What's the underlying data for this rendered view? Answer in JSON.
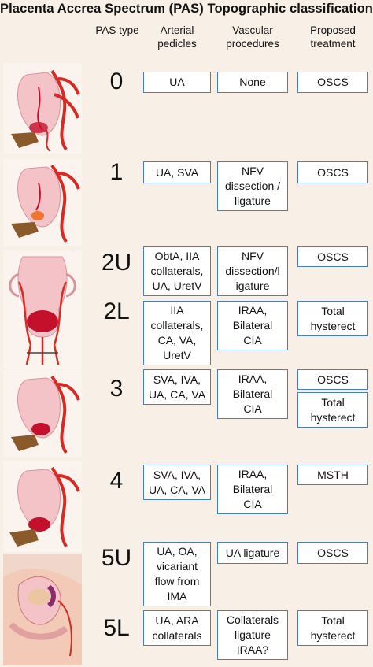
{
  "title": "Placenta Accrea Spectrum (PAS) Topographic classification",
  "headers": {
    "pas_type": "PAS type",
    "arterial": "Arterial\npedicles",
    "vascular": "Vascular\nprocedures",
    "treatment": "Proposed\ntreatment"
  },
  "rows": [
    {
      "type": "0",
      "arterial": "UA",
      "vascular": "None",
      "treatment": "OSCS"
    },
    {
      "type": "1",
      "arterial": "UA, SVA",
      "vascular": "NFV\ndissection /\nligature",
      "treatment": "OSCS"
    },
    {
      "type": "2U",
      "arterial": "ObtA, IIA\ncollaterals,\nUA, UretV",
      "vascular": "NFV\ndissection/l\nigature",
      "treatment": "OSCS"
    },
    {
      "type": "2L",
      "arterial": "IIA\ncollaterals,\nCA, VA,\nUretV",
      "vascular": "IRAA,\nBilateral\nCIA",
      "treatment": "Total\nhysterect"
    },
    {
      "type": "3",
      "arterial": "SVA, IVA,\nUA, CA, VA",
      "vascular": "IRAA,\nBilateral\nCIA",
      "treatment": "OSCS",
      "treatment2": "Total\nhysterect"
    },
    {
      "type": "4",
      "arterial": "SVA, IVA,\nUA, CA, VA",
      "vascular": "IRAA,\nBilateral\nCIA",
      "treatment": "MSTH"
    },
    {
      "type": "5U",
      "arterial": "UA, OA,\nvicariant\nflow from\nIMA",
      "vascular": "UA ligature",
      "treatment": "OSCS"
    },
    {
      "type": "5L",
      "arterial": "UA, ARA\ncollaterals",
      "vascular": "Collaterals\nligature\nIRAA?",
      "treatment": "Total\nhysterect"
    }
  ],
  "colors": {
    "box_border": "#4a7bc0",
    "background": "#f8efe6",
    "uterus": "#f4c3c8",
    "artery": "#d62a24",
    "placenta": "#c4102a",
    "cervix": "#8a5a2b"
  }
}
